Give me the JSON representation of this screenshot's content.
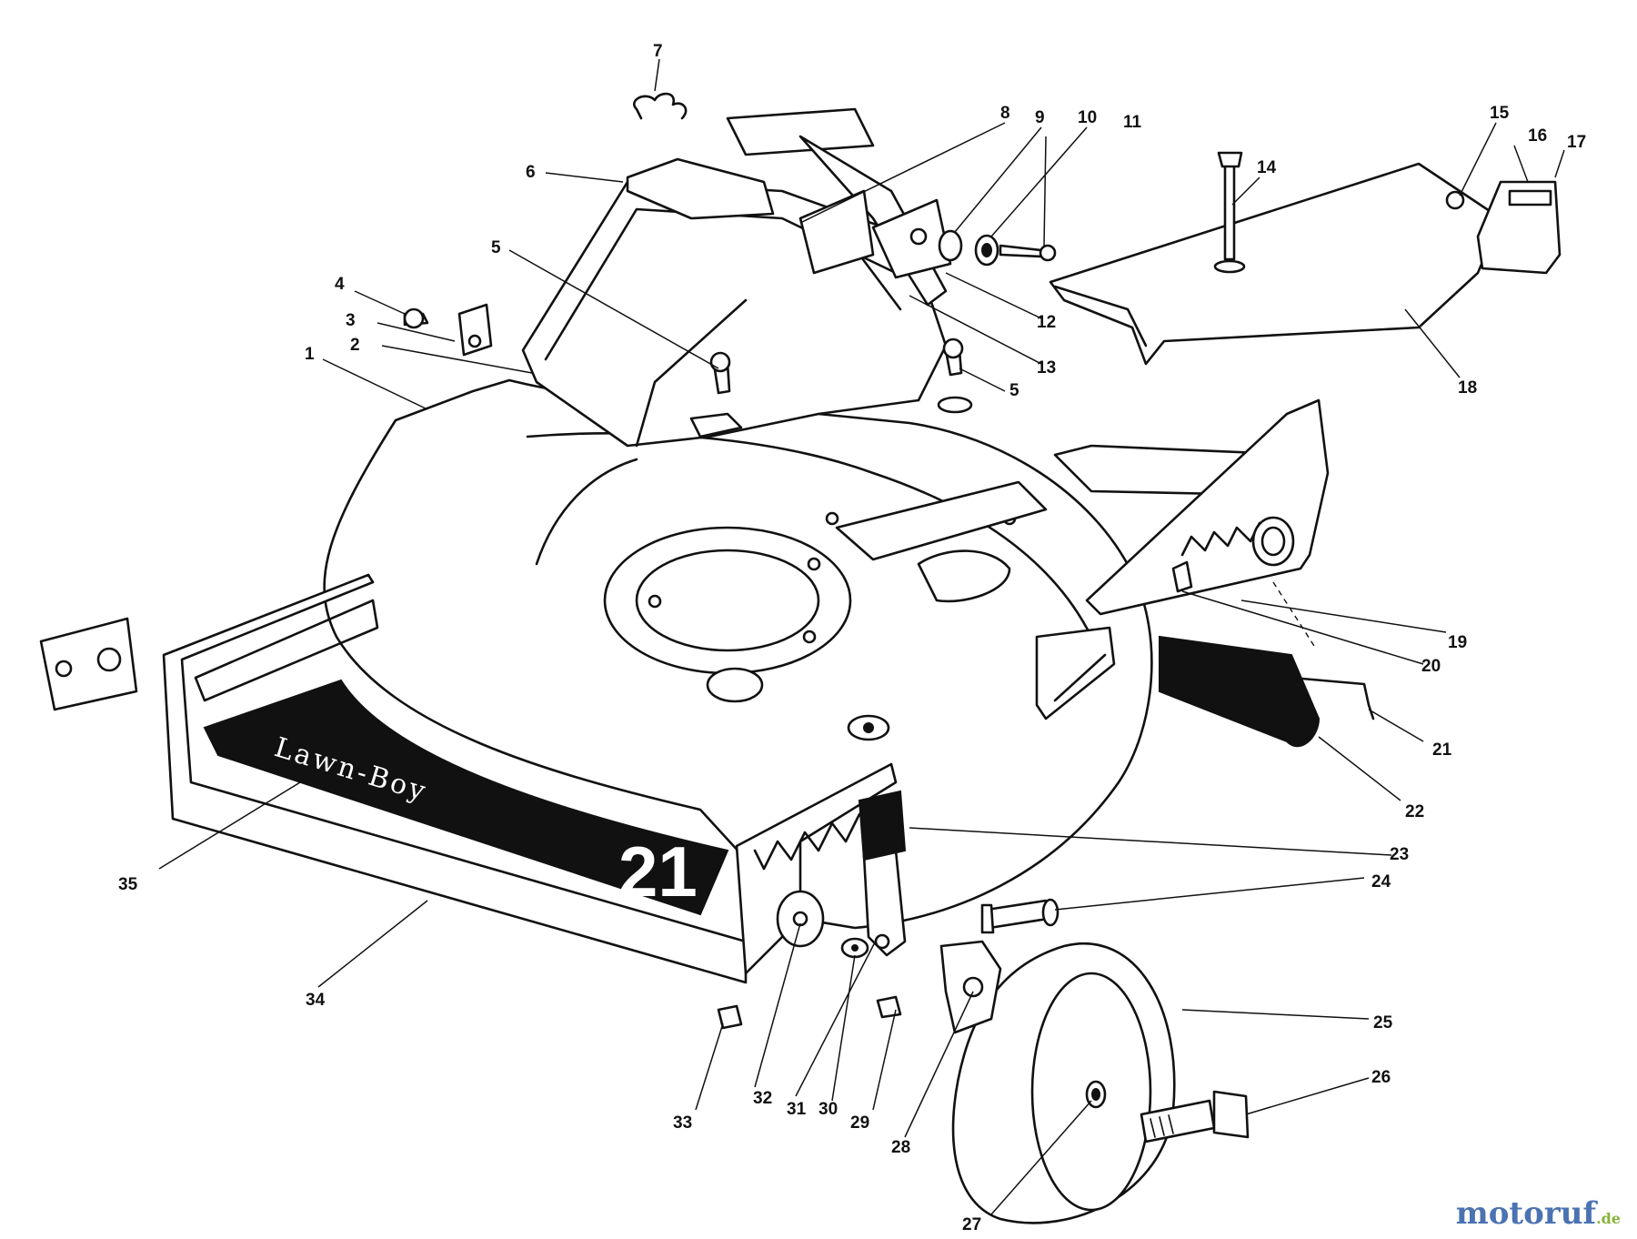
{
  "deck_lettering": "Lawn-Boy",
  "deck_badge": "21",
  "watermark": {
    "brand": "motoruf",
    "tld": ".de"
  },
  "callouts": [
    {
      "n": "1"
    },
    {
      "n": "2"
    },
    {
      "n": "3"
    },
    {
      "n": "4"
    },
    {
      "n": "5"
    },
    {
      "n": "5"
    },
    {
      "n": "6"
    },
    {
      "n": "7"
    },
    {
      "n": "8"
    },
    {
      "n": "9"
    },
    {
      "n": "10"
    },
    {
      "n": "11"
    },
    {
      "n": "12"
    },
    {
      "n": "13"
    },
    {
      "n": "14"
    },
    {
      "n": "15"
    },
    {
      "n": "16"
    },
    {
      "n": "17"
    },
    {
      "n": "18"
    },
    {
      "n": "19"
    },
    {
      "n": "20"
    },
    {
      "n": "21"
    },
    {
      "n": "22"
    },
    {
      "n": "23"
    },
    {
      "n": "24"
    },
    {
      "n": "25"
    },
    {
      "n": "26"
    },
    {
      "n": "27"
    },
    {
      "n": "28"
    },
    {
      "n": "29"
    },
    {
      "n": "30"
    },
    {
      "n": "31"
    },
    {
      "n": "32"
    },
    {
      "n": "33"
    },
    {
      "n": "34"
    },
    {
      "n": "35"
    }
  ]
}
